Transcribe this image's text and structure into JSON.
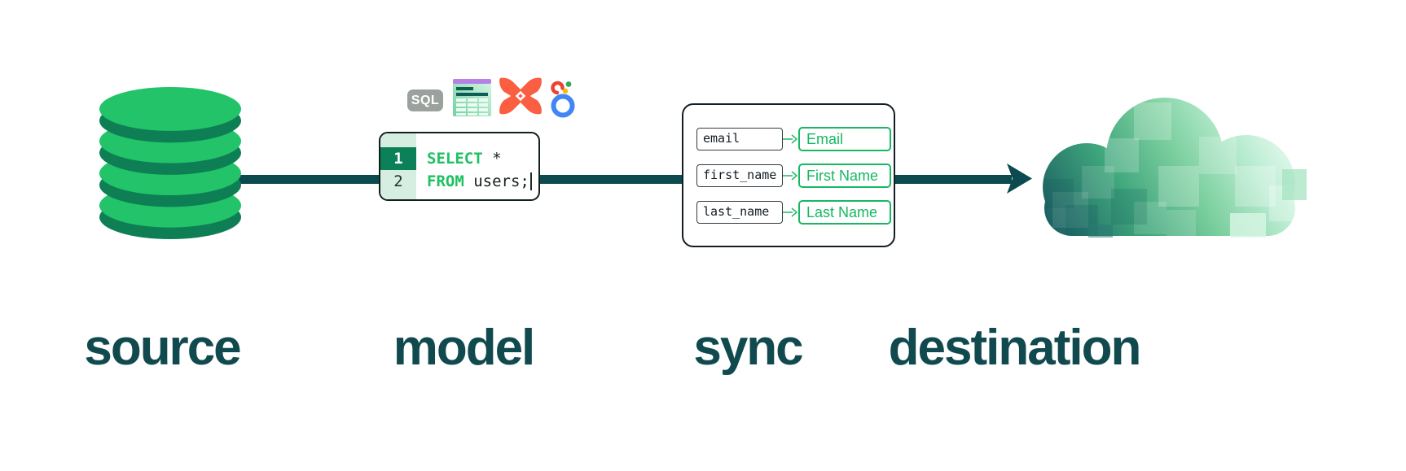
{
  "stages": {
    "source": "source",
    "model": "model",
    "sync": "sync",
    "destination": "destination"
  },
  "model": {
    "sql_badge": "SQL",
    "code": {
      "lines": [
        {
          "number": "1",
          "keyword": "SELECT",
          "rest": " *"
        },
        {
          "number": "2",
          "keyword": "FROM",
          "rest": " users;"
        }
      ]
    }
  },
  "sync": {
    "mappings": [
      {
        "source": "email",
        "destination": "Email"
      },
      {
        "source": "first_name",
        "destination": "First Name"
      },
      {
        "source": "last_name",
        "destination": "Last Name"
      }
    ]
  },
  "icons": [
    "database-icon",
    "sql-badge-icon",
    "spreadsheet-icon",
    "dbt-icon",
    "looker-icon",
    "mapping-arrow-icon",
    "flow-arrowhead-icon",
    "cloud-icon"
  ],
  "colors": {
    "brand_green": "#23c369",
    "db_side_green": "#0e7f55",
    "dark_teal": "#0b4a4f",
    "label_teal": "#114a4e",
    "code_green": "#1ec161",
    "mapping_green": "#16b862",
    "gutter_mint": "#d6eee1",
    "gutter_highlight": "#0c8059",
    "dbt_orange": "#fb5e41",
    "sheet_purple": "#b77fe8",
    "sql_gray": "#9ba29d",
    "looker_blue": "#4285f4",
    "looker_red": "#ea4335",
    "looker_yellow": "#fbbc04",
    "looker_green": "#34a853"
  }
}
